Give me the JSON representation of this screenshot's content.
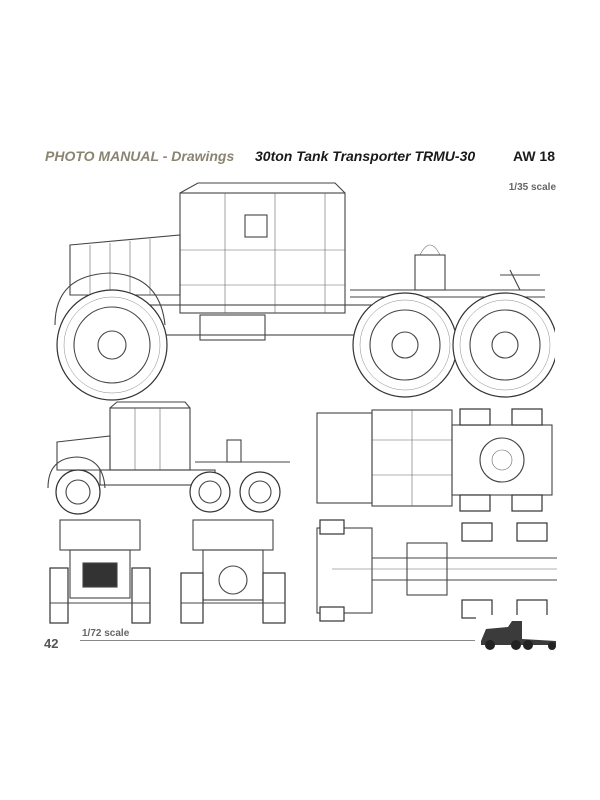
{
  "header": {
    "left": "PHOTO MANUAL - Drawings",
    "center": "30ton Tank Transporter TRMU-30",
    "right": "AW 18"
  },
  "scales": {
    "top": "1/35 scale",
    "bottom": "1/72 scale"
  },
  "footer": {
    "page_number": "42"
  }
}
